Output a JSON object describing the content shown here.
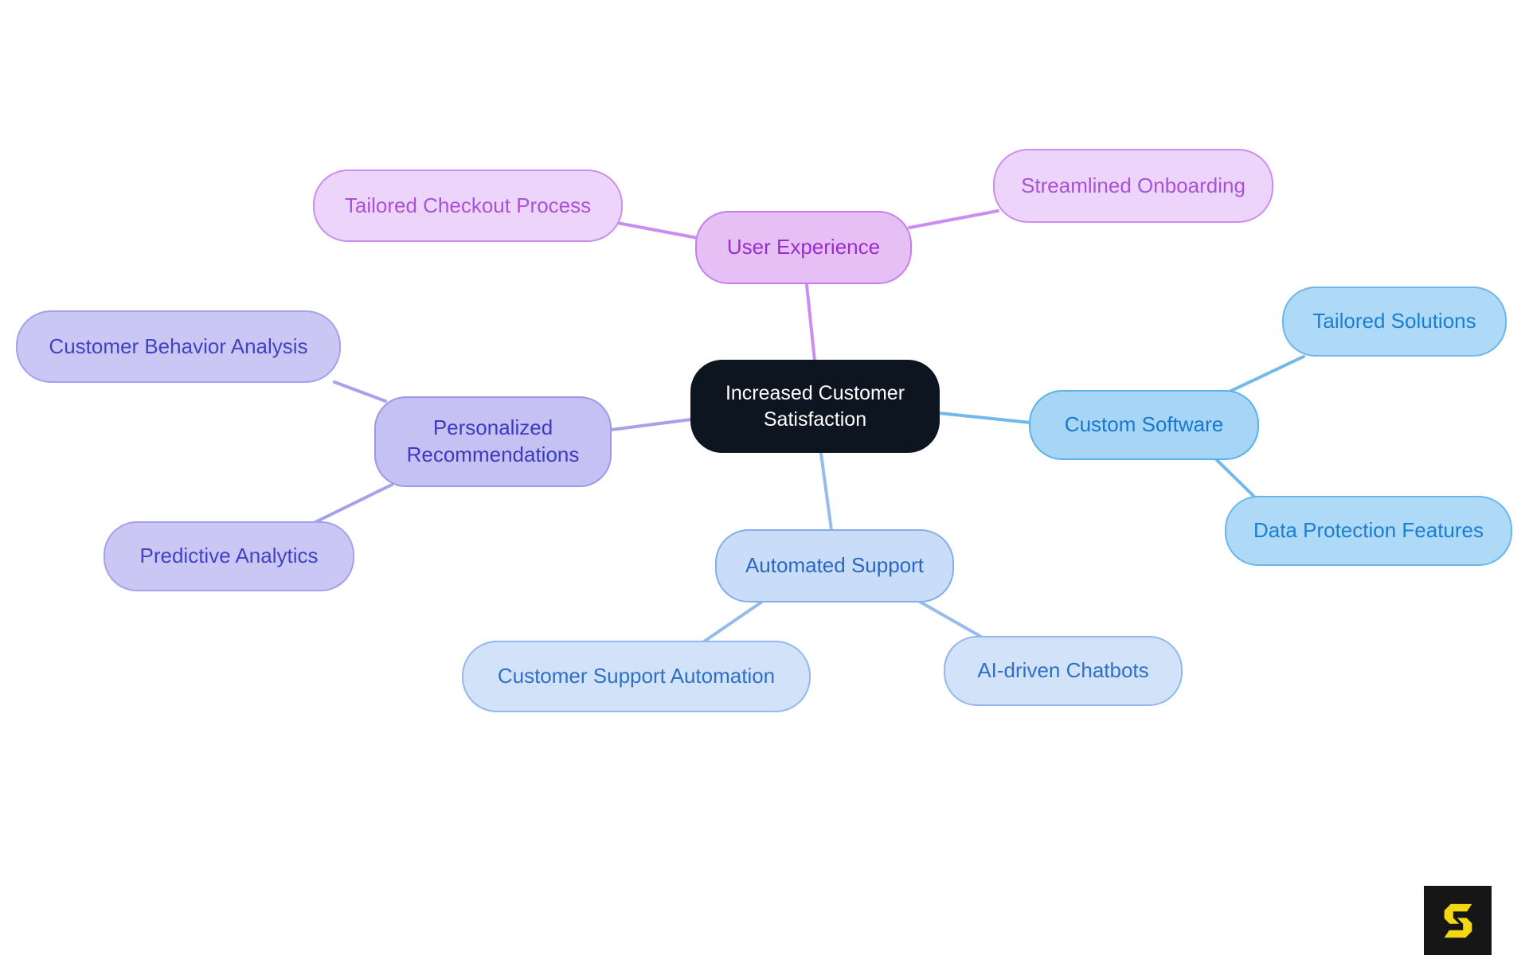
{
  "diagram": {
    "type": "mindmap",
    "background": "#ffffff",
    "center": {
      "label": "Increased Customer Satisfaction",
      "fill": "#0d1520",
      "text_color": "#ffffff"
    },
    "branches": [
      {
        "label": "User Experience",
        "children": [
          "Tailored Checkout Process",
          "Streamlined Onboarding"
        ],
        "palette": {
          "fill": "#e6c0f5",
          "child_fill": "#edd4fa",
          "border": "#c77ef0",
          "text": "#9b2ccf",
          "edge": "#ca8df0"
        }
      },
      {
        "label": "Custom Software",
        "children": [
          "Tailored Solutions",
          "Data Protection Features"
        ],
        "palette": {
          "fill": "#a7d5f5",
          "child_fill": "#aedaf7",
          "border": "#5fb0e8",
          "text": "#1878ce",
          "edge": "#70b9ea"
        }
      },
      {
        "label": "Personalized Recommendations",
        "children": [
          "Customer Behavior Analysis",
          "Predictive Analytics"
        ],
        "palette": {
          "fill": "#c5c1f3",
          "child_fill": "#cac7f5",
          "border": "#9c98e8",
          "text": "#3b3bc2",
          "edge": "#a5a1ea"
        }
      },
      {
        "label": "Automated Support",
        "children": [
          "Customer Support Automation",
          "AI-driven Chatbots"
        ],
        "palette": {
          "fill": "#c9dcf8",
          "child_fill": "#d2e3f9",
          "border": "#85aeea",
          "text": "#2a68c6",
          "edge": "#96bcee"
        }
      }
    ],
    "edges": [
      {
        "from": "Increased Customer Satisfaction",
        "to": "User Experience"
      },
      {
        "from": "User Experience",
        "to": "Tailored Checkout Process"
      },
      {
        "from": "User Experience",
        "to": "Streamlined Onboarding"
      },
      {
        "from": "Increased Customer Satisfaction",
        "to": "Custom Software"
      },
      {
        "from": "Custom Software",
        "to": "Tailored Solutions"
      },
      {
        "from": "Custom Software",
        "to": "Data Protection Features"
      },
      {
        "from": "Increased Customer Satisfaction",
        "to": "Personalized Recommendations"
      },
      {
        "from": "Personalized Recommendations",
        "to": "Customer Behavior Analysis"
      },
      {
        "from": "Personalized Recommendations",
        "to": "Predictive Analytics"
      },
      {
        "from": "Increased Customer Satisfaction",
        "to": "Automated Support"
      },
      {
        "from": "Automated Support",
        "to": "Customer Support Automation"
      },
      {
        "from": "Automated Support",
        "to": "AI-driven Chatbots"
      }
    ]
  },
  "logo": {
    "glyph": "S",
    "bg": "#161616",
    "color": "#f2d713"
  }
}
